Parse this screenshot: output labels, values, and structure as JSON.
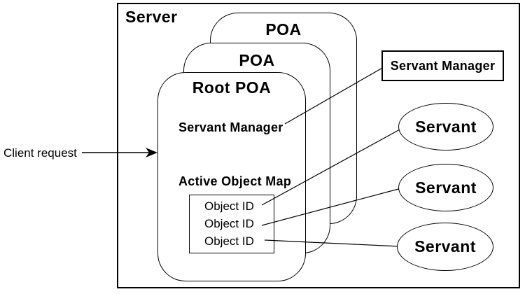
{
  "diagram": {
    "server_label": "Server",
    "client_request_label": "Client request",
    "poa_stack": {
      "back_label": "POA",
      "middle_label": "POA",
      "root_label": "Root POA"
    },
    "root_poa": {
      "servant_manager_label": "Servant Manager",
      "active_object_map_label": "Active Object Map",
      "object_ids": [
        "Object ID",
        "Object ID",
        "Object ID"
      ]
    },
    "servant_manager_box_label": "Servant Manager",
    "servants": [
      "Servant",
      "Servant",
      "Servant"
    ],
    "connections": {
      "servant_manager_link": "Servant Manager text to Servant Manager box",
      "object_id_links": [
        "Object ID 1 to Servant 1",
        "Object ID 2 to Servant 2",
        "Object ID 3 to Servant 3"
      ],
      "client_request_arrow": "Client request into Root POA"
    },
    "colors": {
      "ink": "#000000",
      "background": "#ffffff"
    }
  }
}
